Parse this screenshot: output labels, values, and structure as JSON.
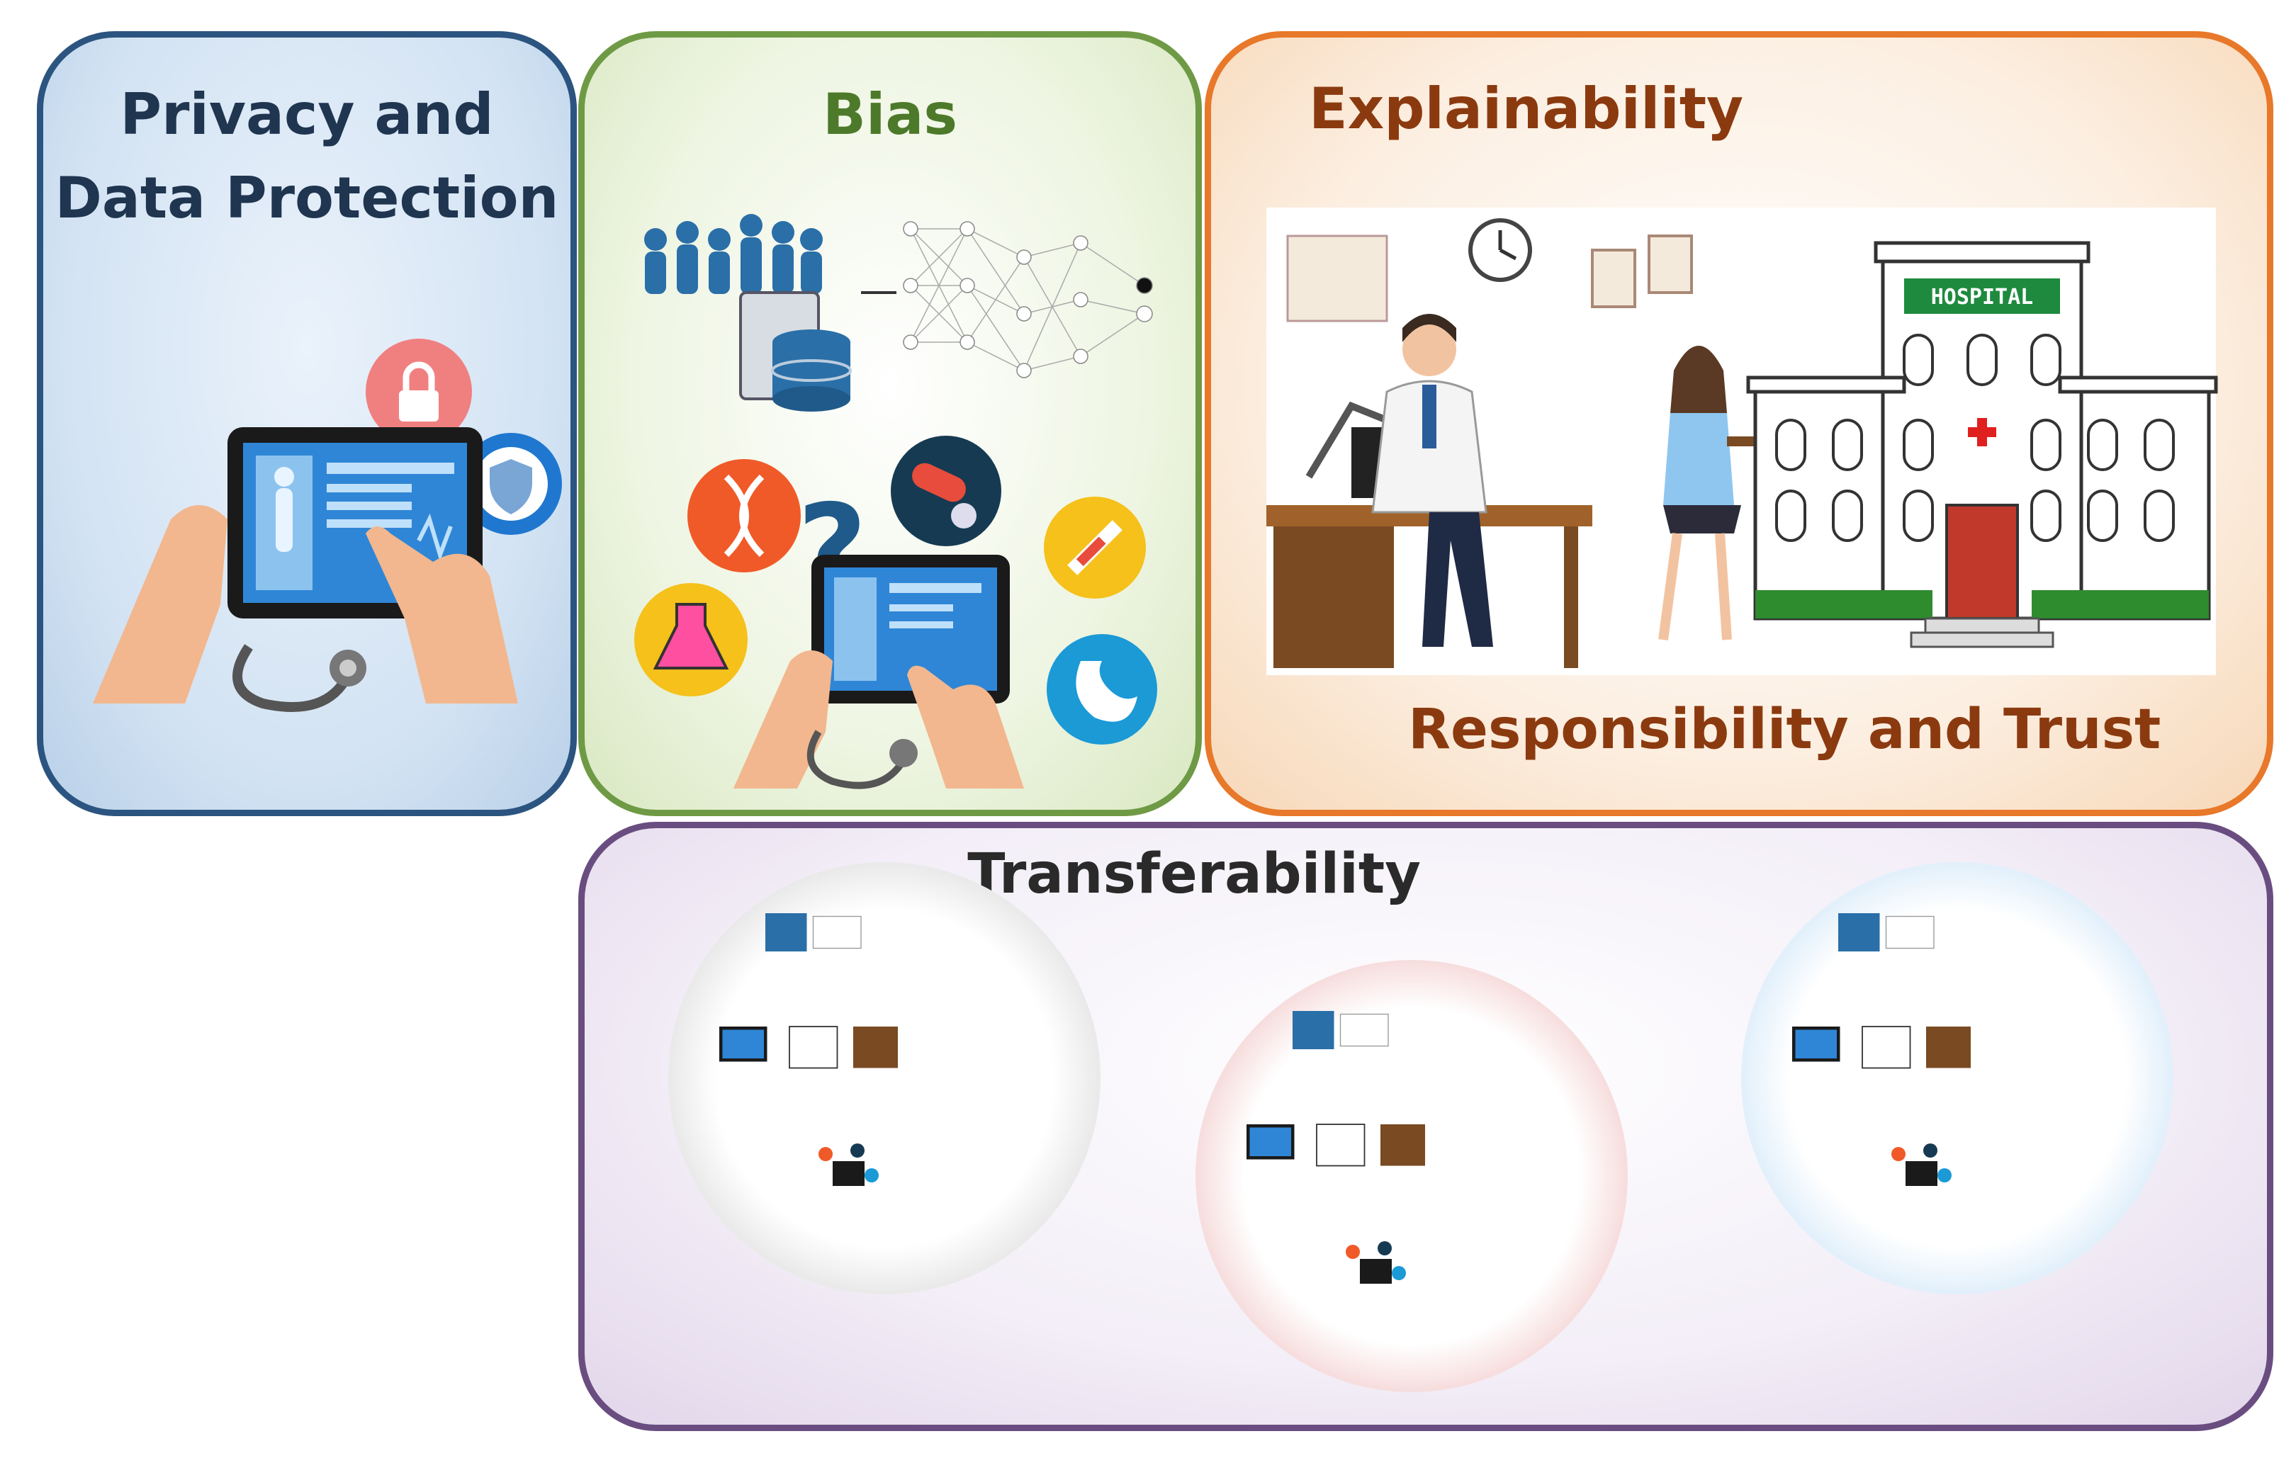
{
  "panels": {
    "privacy": {
      "title_line1": "Privacy and",
      "title_line2": "Data Protection",
      "color": "#2b5480"
    },
    "bias": {
      "title": "Bias",
      "color": "#6f9a45"
    },
    "explainability": {
      "title": "Explainability",
      "subtitle": "Responsibility and Trust",
      "color": "#e8782a",
      "text_color": "#8b3a0f"
    },
    "transferability": {
      "title": "Transferability",
      "color": "#6a4d80"
    }
  },
  "illustrations": {
    "hospital_sign": "HOSPITAL"
  },
  "icons": [
    "tablet-icon",
    "lock-icon",
    "shield-icon",
    "stethoscope-icon",
    "crowd-icon",
    "database-icon",
    "neural-network-icon",
    "dna-icon",
    "pills-icon",
    "question-mark-icon",
    "syringe-icon",
    "flask-icon",
    "stomach-icon",
    "hospital-icon",
    "doctor-icon",
    "patient-icon",
    "clock-icon",
    "sphere-icon"
  ]
}
